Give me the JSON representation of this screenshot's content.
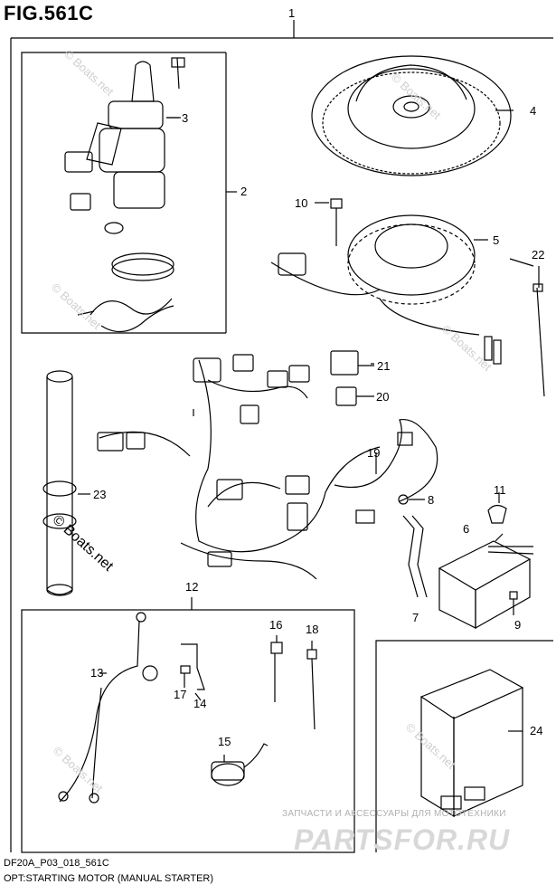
{
  "figure": {
    "title": "FIG.561C",
    "footer_code": "DF20A_P03_018_561C",
    "footer_description": "OPT:STARTING MOTOR (MANUAL STARTER)"
  },
  "callouts": [
    {
      "id": "c1",
      "label": "1"
    },
    {
      "id": "c2",
      "label": "2"
    },
    {
      "id": "c3",
      "label": "3"
    },
    {
      "id": "c4",
      "label": "4"
    },
    {
      "id": "c5",
      "label": "5"
    },
    {
      "id": "c6",
      "label": "6"
    },
    {
      "id": "c7",
      "label": "7"
    },
    {
      "id": "c8",
      "label": "8"
    },
    {
      "id": "c9",
      "label": "9"
    },
    {
      "id": "c10",
      "label": "10"
    },
    {
      "id": "c11",
      "label": "11"
    },
    {
      "id": "c12",
      "label": "12"
    },
    {
      "id": "c13",
      "label": "13"
    },
    {
      "id": "c14",
      "label": "14"
    },
    {
      "id": "c15",
      "label": "15"
    },
    {
      "id": "c16",
      "label": "16"
    },
    {
      "id": "c17",
      "label": "17"
    },
    {
      "id": "c18",
      "label": "18"
    },
    {
      "id": "c19",
      "label": "19"
    },
    {
      "id": "c20",
      "label": "20"
    },
    {
      "id": "c21",
      "label": "21"
    },
    {
      "id": "c22",
      "label": "22"
    },
    {
      "id": "c23",
      "label": "23"
    },
    {
      "id": "c24",
      "label": "24"
    }
  ],
  "watermarks": {
    "text": "© Boats.net",
    "large_text": "© Boats.net"
  },
  "advert": {
    "tagline": "ЗАПЧАСТИ И АКСЕССУАРЫ ДЛЯ МОТОТЕХНИКИ",
    "logo": "PARTSFOR.RU"
  }
}
